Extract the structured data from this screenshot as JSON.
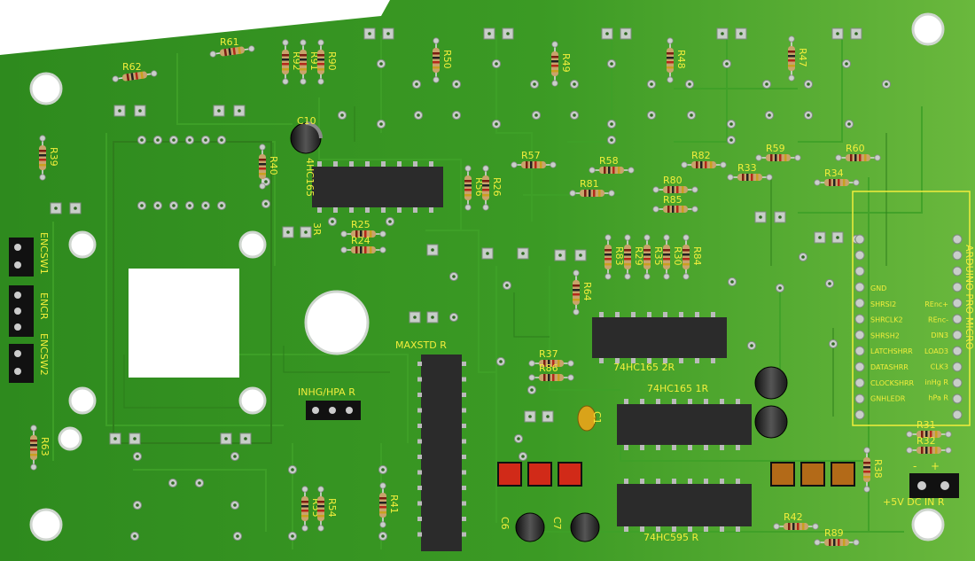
{
  "board": {
    "colors": {
      "substrate": "#2f8a1e",
      "substrate_light": "#5fb335",
      "trace": "#3e9a27",
      "silkscreen": "#f2ee3c",
      "ic_body": "#2b2b2b",
      "pad": "#bfc7c0",
      "hole": "#ffffff"
    },
    "resistors": [
      {
        "ref": "R61"
      },
      {
        "ref": "R62"
      },
      {
        "ref": "R92"
      },
      {
        "ref": "R91"
      },
      {
        "ref": "R90"
      },
      {
        "ref": "R50"
      },
      {
        "ref": "R49"
      },
      {
        "ref": "R48"
      },
      {
        "ref": "R47"
      },
      {
        "ref": "R39"
      },
      {
        "ref": "R40"
      },
      {
        "ref": "R56"
      },
      {
        "ref": "R26"
      },
      {
        "ref": "R57"
      },
      {
        "ref": "R58"
      },
      {
        "ref": "R82"
      },
      {
        "ref": "R59"
      },
      {
        "ref": "R60"
      },
      {
        "ref": "R33"
      },
      {
        "ref": "R34"
      },
      {
        "ref": "R81"
      },
      {
        "ref": "R80"
      },
      {
        "ref": "R85"
      },
      {
        "ref": "R25"
      },
      {
        "ref": "R24"
      },
      {
        "ref": "R83"
      },
      {
        "ref": "R29"
      },
      {
        "ref": "R35"
      },
      {
        "ref": "R30"
      },
      {
        "ref": "R84"
      },
      {
        "ref": "R64"
      },
      {
        "ref": "R37"
      },
      {
        "ref": "R86"
      },
      {
        "ref": "R63"
      },
      {
        "ref": "R55"
      },
      {
        "ref": "R54"
      },
      {
        "ref": "R41"
      },
      {
        "ref": "R42"
      },
      {
        "ref": "R89"
      },
      {
        "ref": "R31"
      },
      {
        "ref": "R32"
      },
      {
        "ref": "R38"
      }
    ],
    "ics": {
      "ic_4hc165": "4HC165",
      "ic_165_2r": "74HC165  2R",
      "ic_165_1r": "74HC165  1R",
      "ic_595": "74HC595  R",
      "maxstd": "MAXSTD  R"
    },
    "capacitors": {
      "c10": "C10",
      "c1": "C1",
      "c6": "C6",
      "c7": "C7"
    },
    "connectors": {
      "encsw1": "ENCSW1",
      "encr": "ENCR",
      "encsw2": "ENCSW2",
      "inhg_hpa": "INHG/HPA  R",
      "dc_in": "+5V  DC  IN  R",
      "minus": "-",
      "plus": "+",
      "label_3r": "3R"
    },
    "arduino": {
      "title": "ARDUINO  PRO  MICRO",
      "left_pins": [
        "GND",
        "SHRSI2",
        "SHRCLK2",
        "SHRSH2",
        "LATCHSHRR",
        "DATASHRR",
        "CLOCKSHRR",
        "GNHLEDR"
      ],
      "right_pins": [
        "REnc+",
        "REnc-",
        "DIN3",
        "LOAD3",
        "CLK3",
        "inHg R",
        "hPa R"
      ]
    }
  }
}
